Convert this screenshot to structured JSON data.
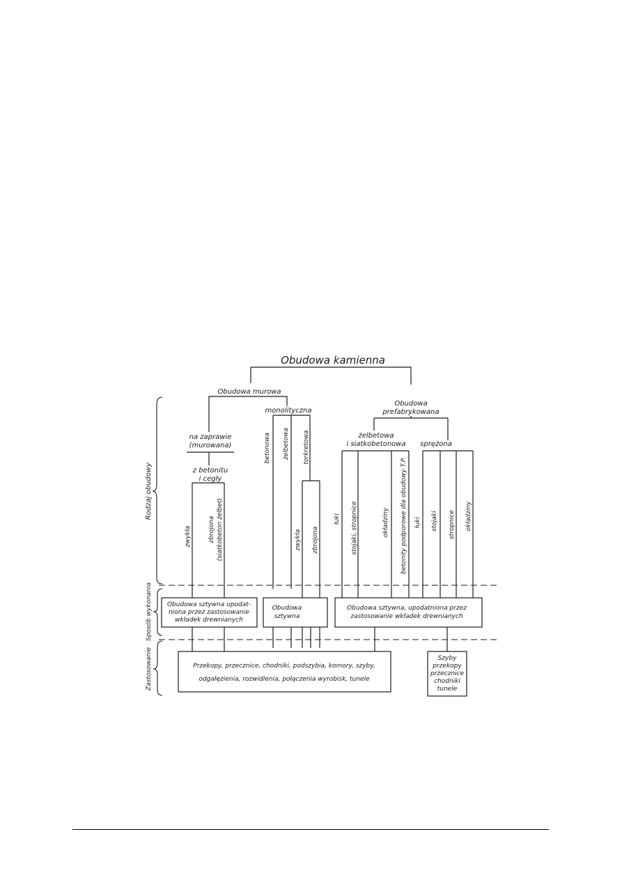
{
  "diagram": {
    "title": "Obudowa kamienna",
    "murowa": "Obudowa murowa",
    "prefab_line1": "Obudowa",
    "prefab_line2": "prefabrykowana",
    "na_zaprawie_line1": "na zaprawie",
    "na_zaprawie_line2": "(murowana)",
    "z_betonitu_line1": "z betonitu",
    "z_betonitu_line2": "i cegły",
    "monolityczna": "monolityczna",
    "zelbetowa_line1": "żelbetowa",
    "zelbetowa_line2": "i siatkobetonowa",
    "sprezona": "sprężona",
    "v_zwykla1": "zwykła",
    "v_zbrojona_line1": "zbrojona",
    "v_zbrojona_line2": "(siatkobeton żelbet)",
    "v_betonowa": "betonowa",
    "v_zelbetowa": "żelbetowa",
    "v_torkretowa": "torkretowa",
    "v_zwykla2": "zwykła",
    "v_zbrojona2": "zbrojona",
    "v_luki1": "łuki",
    "v_stojaki_stropnice": "stojaki, stropnice",
    "v_okladziny1": "okładziny",
    "v_betonity": "betonity podporowe dla obudowy T.P.",
    "v_luki2": "łuki",
    "v_stojaki": "stojaki",
    "v_stropnice": "stropnice",
    "v_okladziny2": "okładziny",
    "box1_line1": "Obudowa sztywna upodat-",
    "box1_line2": "niona przez zastosowanie",
    "box1_line3": "wkładek drewnianych",
    "box2_line1": "Obudowa",
    "box2_line2": "sztywna",
    "box3_line1": "Obudowa sztywna, upodatniona przez",
    "box3_line2": "zastosowanie wkładek drewnianych",
    "box4_line1": "Przekopy, przecznice, chodniki, podszybia, komory, szyby,",
    "box4_line2": "odgałęzienia, rozwidlenia, połączenia wyrobisk, tunele",
    "box5_line1": "Szyby",
    "box5_line2": "przekopy",
    "box5_line3": "przecznice",
    "box5_line4": "chodniki",
    "box5_line5": "tunele",
    "side_rodzaj": "Rodzaj obudowy",
    "side_sposob": "Sposób wykonania",
    "side_zastosowanie": "Zastosowanie"
  }
}
